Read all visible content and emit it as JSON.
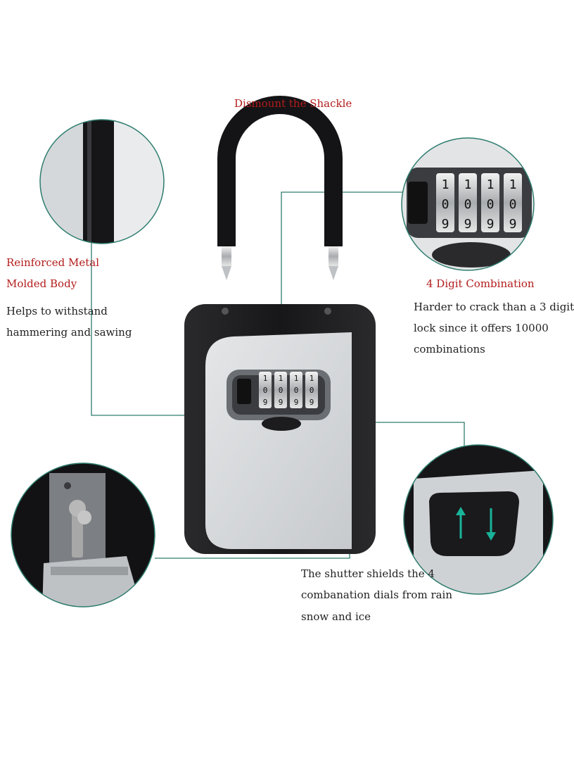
{
  "labels": {
    "shackle": "Dismount the Shackle",
    "reinforced_line1": "Reinforced Metal",
    "reinforced_line2": "Molded Body",
    "helps_line1": "Helps to withstand",
    "helps_line2": "hammering and sawing",
    "digit_title": "4 Digit Combination",
    "harder_line1": "Harder to crack than a 3 digit",
    "harder_line2": "lock since it offers 10000",
    "harder_line3": "combinations",
    "shutter_line1": "The shutter shields the 4",
    "shutter_line2": "combanation dials from rain",
    "shutter_line3": "snow and ice"
  },
  "dials": {
    "top": [
      "1",
      "1",
      "1",
      "1"
    ],
    "middle": [
      "0",
      "0",
      "0",
      "0"
    ],
    "bottom": [
      "9",
      "9",
      "9",
      "9"
    ]
  },
  "colors": {
    "accent_red": "#b31c1c",
    "callout_teal": "#2e7d6e",
    "body_black": "#1c1c1e",
    "panel_silver": "#d6d8da"
  }
}
